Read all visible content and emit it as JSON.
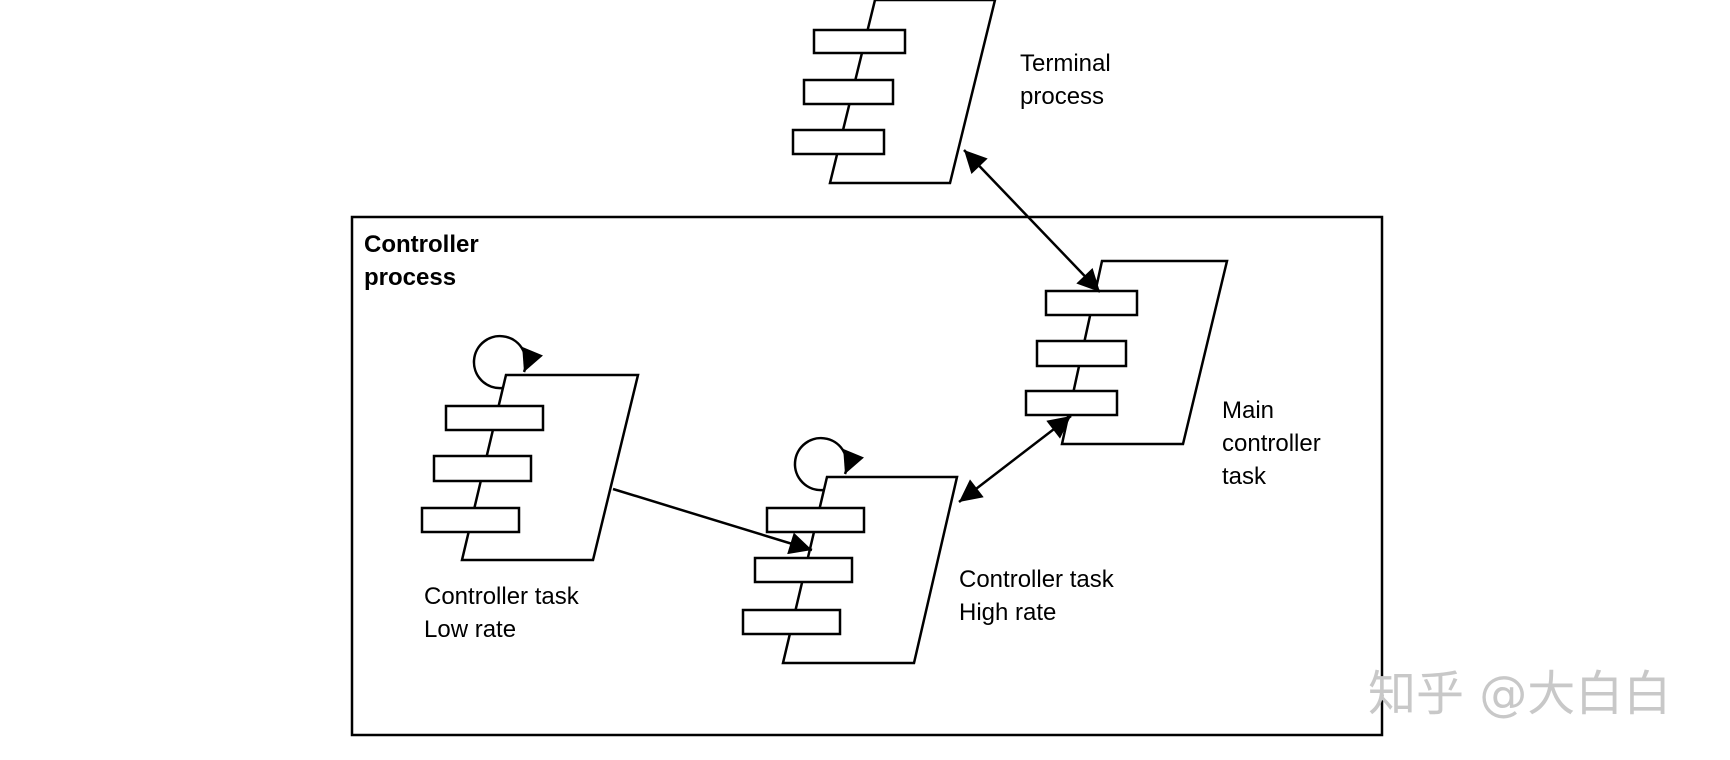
{
  "diagram": {
    "terminal_label": [
      "Terminal",
      "process"
    ],
    "controller_box_label": [
      "Controller",
      "process"
    ],
    "main_task_label": [
      "Main",
      "controller",
      "task"
    ],
    "low_task_label": [
      "Controller task",
      "Low rate"
    ],
    "high_task_label": [
      "Controller task",
      "High rate"
    ],
    "watermark": "知乎 @大白白"
  },
  "colors": {
    "stroke": "#000000",
    "watermark": "#c8c8c8"
  }
}
